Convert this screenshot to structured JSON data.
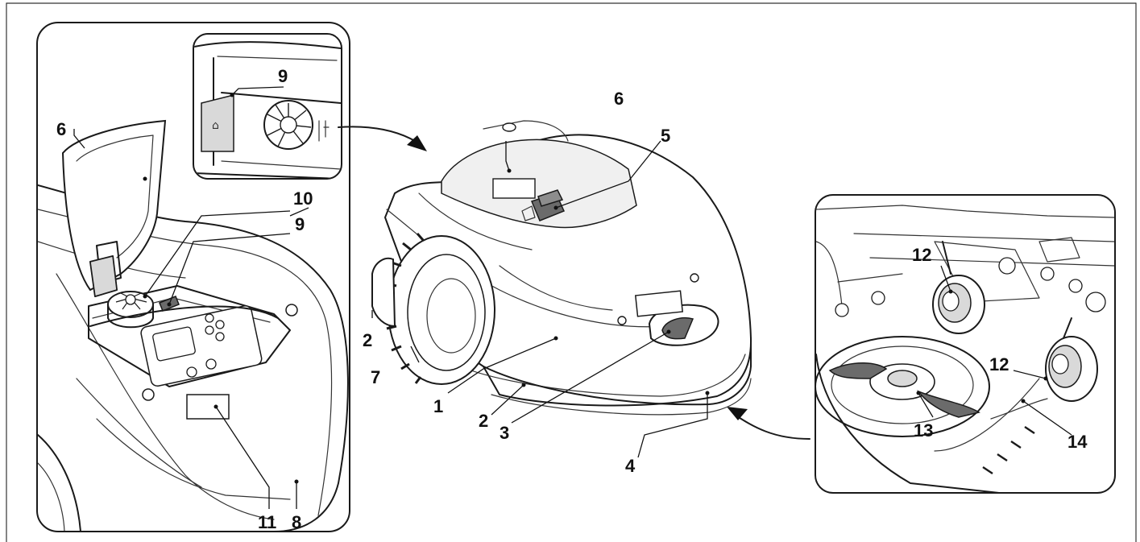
{
  "labels": {
    "l1": "1",
    "l2a": "2",
    "l2b": "2",
    "l3": "3",
    "l4": "4",
    "l5": "5",
    "l6a": "6",
    "l6b": "6",
    "l7": "7",
    "l8": "8",
    "l9a": "9",
    "l9b": "9",
    "l10": "10",
    "l11": "11",
    "l12a": "12",
    "l12b": "12",
    "l13": "13",
    "l14": "14"
  },
  "colors": {
    "ink": "#1a1a1a",
    "shade": "#d9d9d9",
    "dark": "#6b6b6b"
  }
}
